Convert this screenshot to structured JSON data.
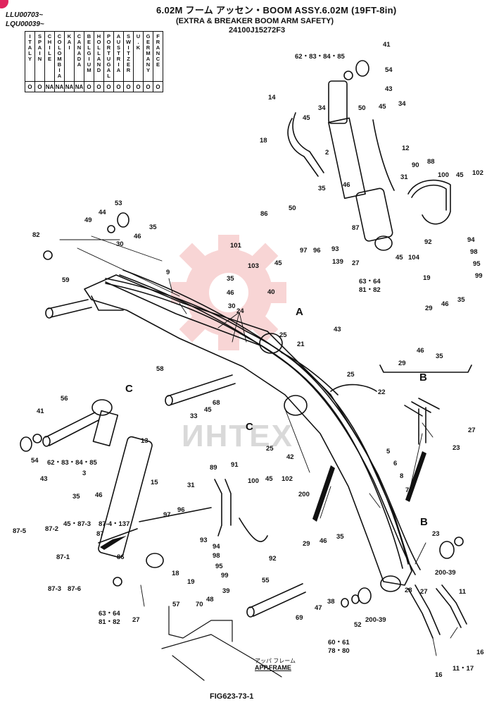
{
  "header": {
    "title": "6.02M フーム アッセン・BOOM ASSY.6.02M (19FT-8in)",
    "subtitle": "(EXTRA & BREAKER BOOM ARM SAFETY)",
    "part_number": "24100J15272F3",
    "serial_1": "LLU00703~",
    "serial_2": "LQU00039~"
  },
  "country_table": {
    "countries": [
      "ITALY",
      "SPAIN",
      "CHILE",
      "COLOMBIA",
      "KAI",
      "CANADA",
      "BELGIUM",
      "HOLLAND",
      "PORTUGAL",
      "AUSTRIA",
      "SWITZER",
      "U.K",
      "GERMANY",
      "FRANCE"
    ],
    "marks": [
      "O",
      "O",
      "NA",
      "NA",
      "NA",
      "NA",
      "O",
      "O",
      "O",
      "O",
      "O",
      "O",
      "O",
      "O"
    ]
  },
  "callouts": {
    "c41a": "41",
    "c62a": "62・83・84・85",
    "c54a": "54",
    "c43a": "43",
    "c14": "14",
    "c45a": "45",
    "c34a": "34",
    "c50a": "50",
    "c45b": "45",
    "c34b": "34",
    "c18a": "18",
    "c2": "2",
    "c12": "12",
    "c90": "90",
    "c88": "88",
    "c100a": "100",
    "c45c": "45",
    "c102a": "102",
    "c35a": "35",
    "c46a": "46",
    "c31a": "31",
    "c92a": "92",
    "c53": "53",
    "c44": "44",
    "c49": "49",
    "c46b": "46",
    "c35b": "35",
    "c86a": "86",
    "c50b": "50",
    "c30a": "30",
    "c82": "82",
    "c101": "101",
    "c97a": "97",
    "c96a": "96",
    "c93a": "93",
    "c87a": "87",
    "c103": "103",
    "c45d": "45",
    "c139": "139",
    "c27a": "27",
    "c45e": "45",
    "c104": "104",
    "c19a": "19",
    "c94a": "94",
    "c98a": "98",
    "c95a": "95",
    "c99a": "99",
    "c9": "9",
    "c59": "59",
    "c35c": "35",
    "c46c": "46",
    "c30b": "30",
    "c24": "24",
    "c40": "40",
    "cLetterA": "A",
    "c43b": "43",
    "c63a": "63・64",
    "c81a": "81・82",
    "c29a": "29",
    "c46d": "46",
    "c35d": "35",
    "c29b": "29",
    "c46e": "46",
    "c35e": "35",
    "cLetterB1": "B",
    "c25a": "25",
    "c21": "21",
    "c25b": "25",
    "c22": "22",
    "c58": "58",
    "cLetterC1": "C",
    "c56": "56",
    "c68": "68",
    "c45f": "45",
    "c33": "33",
    "cLetterC2": "C",
    "c41b": "41",
    "c25c": "25",
    "c42": "42",
    "c27b": "27",
    "c23a": "23",
    "c54b": "54",
    "c62b": "62・83・84・85",
    "c13": "13",
    "c43c": "43",
    "c3": "3",
    "c89": "89",
    "c91": "91",
    "c100b": "100",
    "c45g": "45",
    "c102b": "102",
    "c5": "5",
    "c6": "6",
    "c8": "8",
    "c7": "7",
    "c15": "15",
    "c31b": "31",
    "c35f": "35",
    "c46f": "46",
    "c45h": "45・87-3",
    "c87b": "87-4・137",
    "c875": "87-5",
    "c872": "87-2",
    "c87c": "87",
    "c871": "87-1",
    "c97b": "97",
    "c96b": "96",
    "c93b": "93",
    "c94b": "94",
    "c98b": "98",
    "c95b": "95",
    "c99b": "99",
    "c92b": "92",
    "c200a": "200",
    "cLetterB2": "B",
    "c23b": "23",
    "c29c": "29",
    "c46g": "46",
    "c35g": "35",
    "c86b": "86",
    "c18b": "18",
    "c19b": "19",
    "c200b": "200-39",
    "c873": "87-3",
    "c876": "87-6",
    "c63b": "63・64",
    "c81b": "81・82",
    "c27c": "27",
    "c28": "28",
    "c27d": "27",
    "c11a": "11",
    "c16a": "16",
    "c1117": "11・17",
    "c16b": "16",
    "c57": "57",
    "c70": "70",
    "c48": "48",
    "c39": "39",
    "c55": "55",
    "c47": "47",
    "c38": "38",
    "c69": "69",
    "c52": "52",
    "c20039": "200-39",
    "c6061": "60・61",
    "c7880": "78・80"
  },
  "labels": {
    "frame_jp": "アッパ フレーム",
    "frame_en": "APP.FRAME",
    "figure": "FIG623-73-1",
    "watermark": "ИНТЕХ"
  }
}
